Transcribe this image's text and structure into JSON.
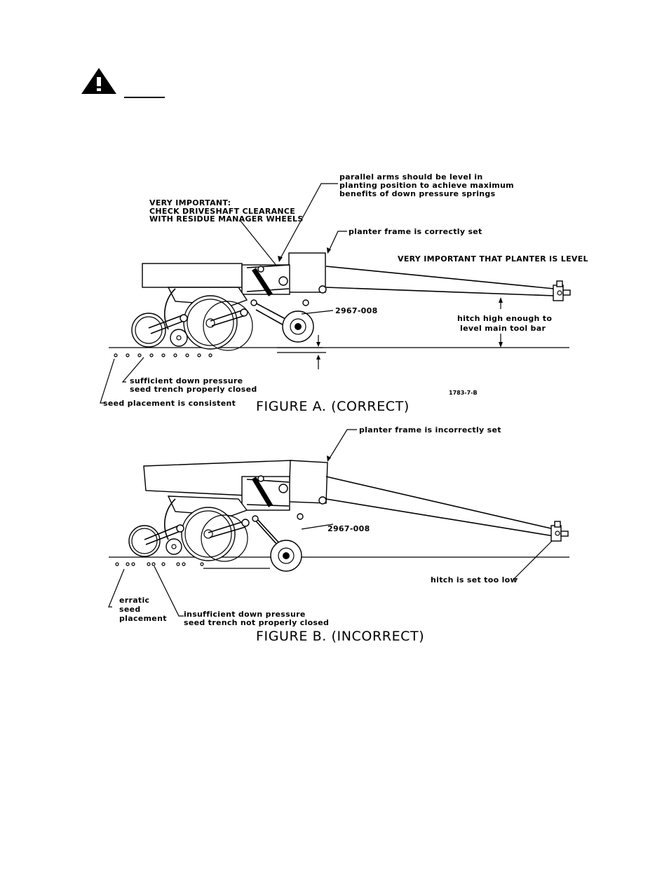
{
  "header": {
    "warning_icon": "warning-triangle-icon"
  },
  "figure_a": {
    "caption": "FIGURE A. (CORRECT)",
    "parallel_arms": [
      "parallel arms should be level in",
      "planting position to achieve maximum",
      "benefits of down pressure springs"
    ],
    "very_important": [
      "VERY IMPORTANT:",
      "CHECK DRIVESHAFT CLEARANCE",
      "WITH RESIDUE MANAGER WHEELS"
    ],
    "frame_set": "planter frame is correctly set",
    "level_note": "VERY IMPORTANT THAT PLANTER IS LEVEL",
    "part_number": "2967-008",
    "hitch": [
      "hitch high enough to",
      "level main tool bar"
    ],
    "down_pressure": [
      "sufficient down pressure",
      "seed trench properly closed"
    ],
    "seed": "seed placement is consistent",
    "drawing_id": "1783-7-B"
  },
  "figure_b": {
    "caption": "FIGURE B. (INCORRECT)",
    "frame_set": "planter frame is incorrectly set",
    "part_number": "2967-008",
    "hitch": "hitch is set too low",
    "erratic": [
      "erratic",
      "seed",
      "placement"
    ],
    "down_pressure": [
      "insufficient down pressure",
      "seed trench not properly closed"
    ]
  }
}
